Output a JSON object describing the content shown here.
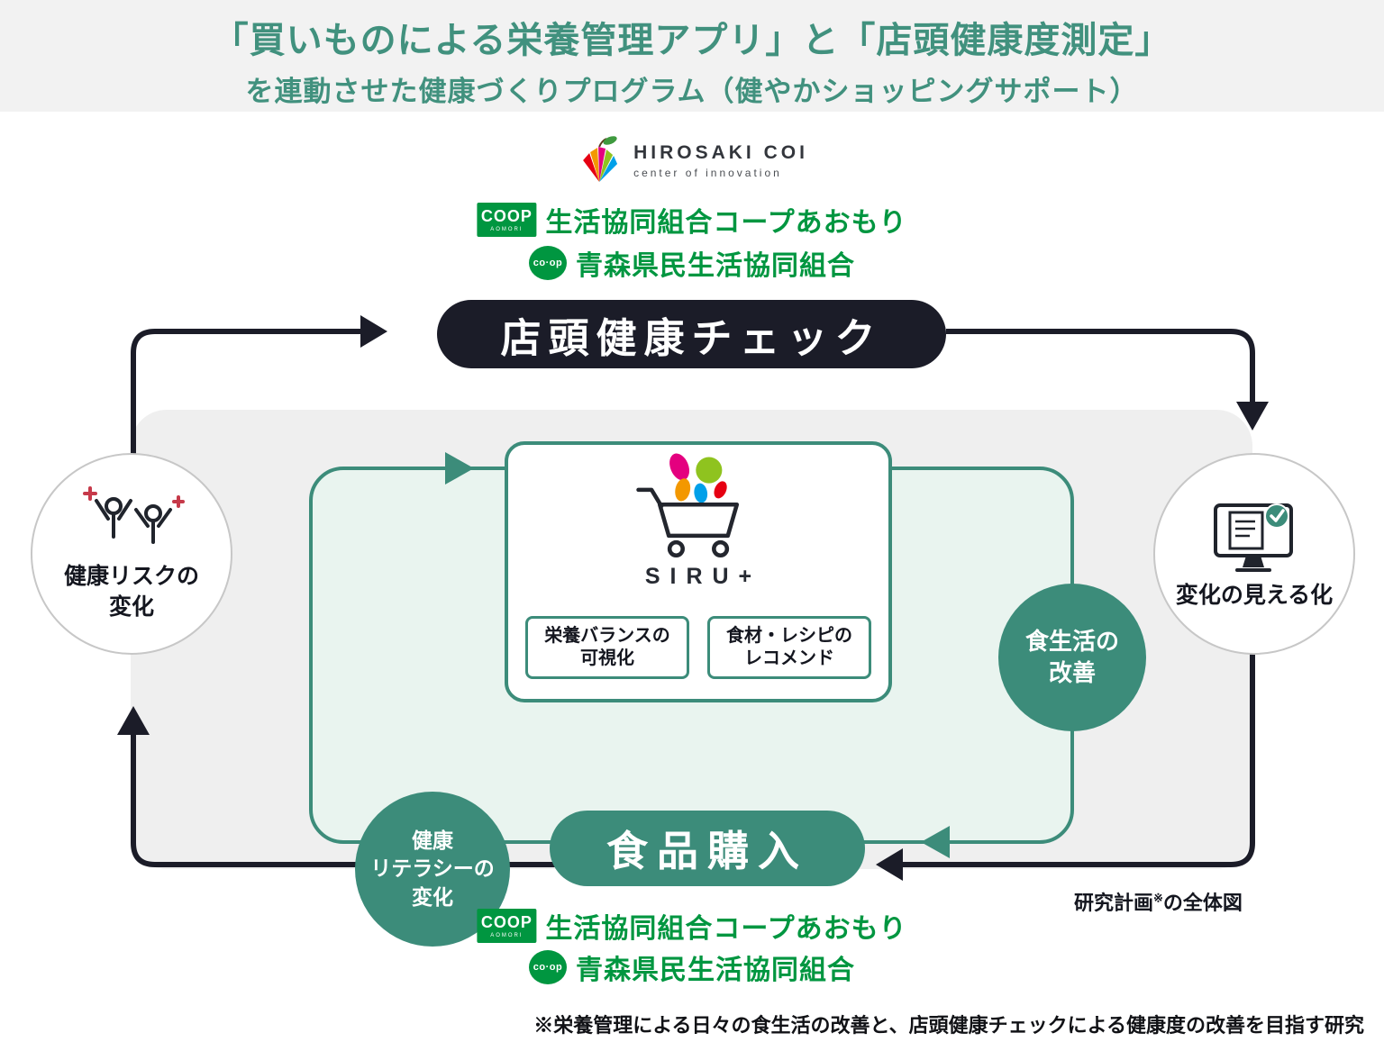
{
  "header": {
    "title_line1": "「買いものによる栄養管理アプリ」と「店頭健康度測定」",
    "title_line2": "を連動させた健康づくりプログラム（健やかショッピングサポート）"
  },
  "logos": {
    "hirosaki_name": "HIROSAKI COI",
    "hirosaki_subtitle": "center of innovation",
    "coop_badge_line1": "COOP",
    "coop_badge_line2": "AOMORI",
    "coop_aomori_label": "生活協同組合コープあおもり",
    "coop_mark": "co·op",
    "coop_kenmin_label": "青森県民生活協同組合"
  },
  "diagram": {
    "top_pill": "店頭健康チェック",
    "left_circle_line1": "健康リスクの",
    "left_circle_line2": "変化",
    "right_circle_label": "変化の見える化",
    "siru_logo": "SIRU+",
    "box1_line1": "栄養バランスの",
    "box1_line2": "可視化",
    "box2_line1": "食材・レシピの",
    "box2_line2": "レコメンド",
    "improve_line1": "食生活の",
    "improve_line2": "改善",
    "literacy_line1": "健康",
    "literacy_line2": "リテラシーの",
    "literacy_line3": "変化",
    "purchase_pill": "食品購入",
    "plan_note_pre": "研究計画",
    "plan_note_sup": "※",
    "plan_note_post": "の全体図"
  },
  "footer_note": "※栄養管理による日々の食生活の改善と、店頭健康チェックによる健康度の改善を目指す研究",
  "colors": {
    "teal": "#3c8c7a",
    "title_teal": "#41917e",
    "dark": "#1b1c28",
    "coop_green": "#009640",
    "inner_mint": "#e9f4ef",
    "outer_gray": "#efefef"
  }
}
